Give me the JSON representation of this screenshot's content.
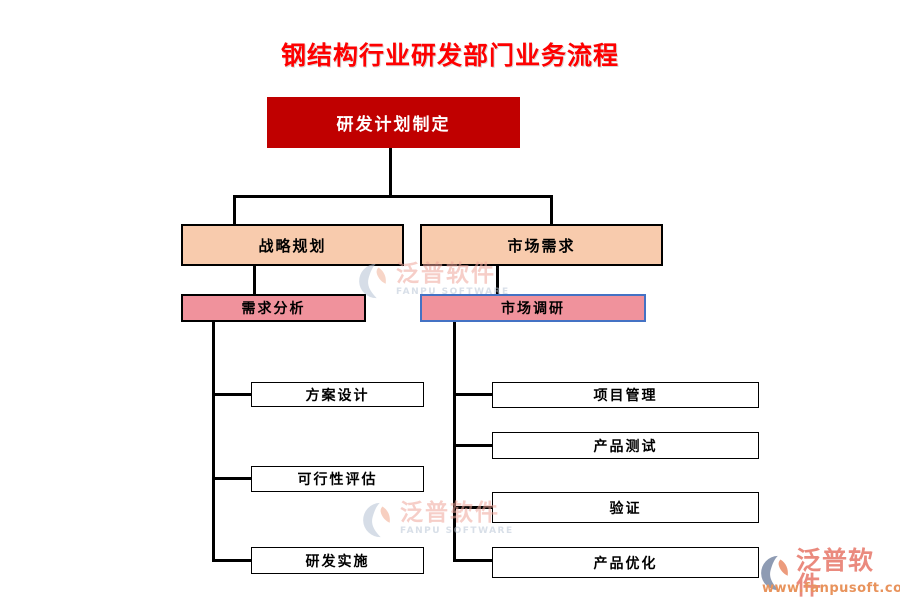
{
  "title": "钢结构行业研发部门业务流程",
  "flowchart": {
    "root": {
      "label": "研发计划制定"
    },
    "level2": [
      {
        "label": "战略规划"
      },
      {
        "label": "市场需求"
      }
    ],
    "level3": [
      {
        "label": "需求分析"
      },
      {
        "label": "市场调研"
      }
    ],
    "left_branch": [
      {
        "label": "方案设计"
      },
      {
        "label": "可行性评估"
      },
      {
        "label": "研发实施"
      }
    ],
    "right_branch": [
      {
        "label": "项目管理"
      },
      {
        "label": "产品测试"
      },
      {
        "label": "验证"
      },
      {
        "label": "产品优化"
      }
    ]
  },
  "watermarks": {
    "brand": "泛普软件",
    "brand_en": "FANPU SOFTWARE"
  },
  "footer_logo": {
    "brand": "泛普软件",
    "url": "www.fanpusoft.com"
  },
  "colors": {
    "title_red": "#FE0000",
    "root_red": "#C00000",
    "peach_fill": "#F8CBAD",
    "pink_fill": "#F0929C",
    "blue_border": "#4472C4",
    "line_black": "#000000",
    "logo_salmon": "#EA8A7E",
    "logo_orange": "#E8935C"
  }
}
